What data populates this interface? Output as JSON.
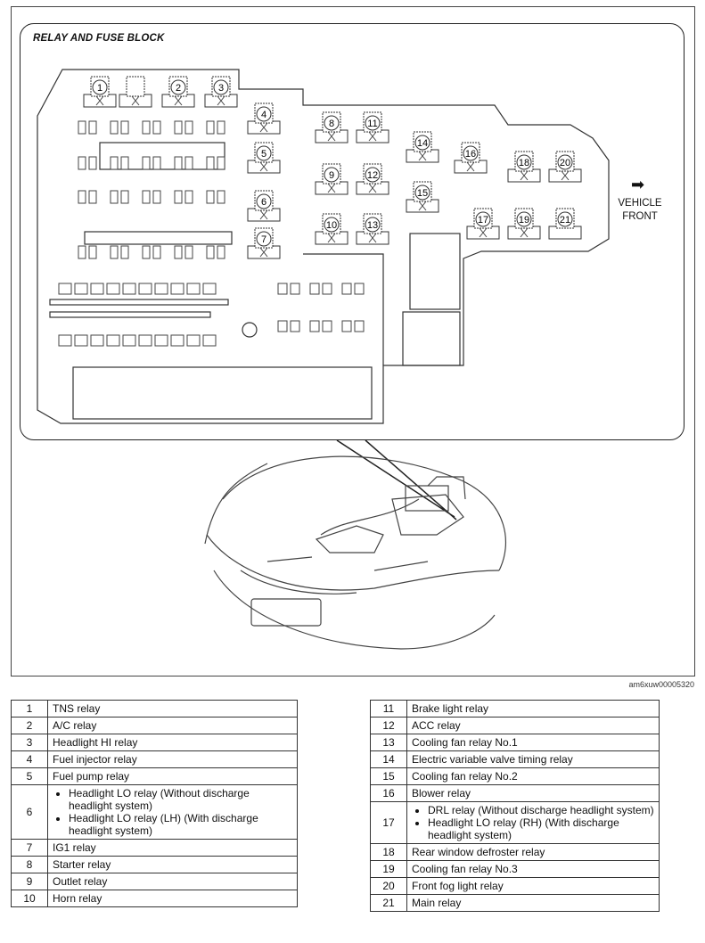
{
  "diagram": {
    "title": "RELAY AND FUSE BLOCK",
    "direction_label_line1": "VEHICLE",
    "direction_label_line2": "FRONT",
    "direction_arrow": "➡",
    "image_code": "am6xuw00005320",
    "relay_numbers": [
      "1",
      "2",
      "3",
      "4",
      "5",
      "6",
      "7",
      "8",
      "9",
      "10",
      "11",
      "12",
      "13",
      "14",
      "15",
      "16",
      "17",
      "18",
      "19",
      "20",
      "21"
    ]
  },
  "legend_left": [
    {
      "num": "1",
      "text": "TNS relay"
    },
    {
      "num": "2",
      "text": "A/C relay"
    },
    {
      "num": "3",
      "text": "Headlight HI relay"
    },
    {
      "num": "4",
      "text": "Fuel injector relay"
    },
    {
      "num": "5",
      "text": "Fuel pump relay"
    },
    {
      "num": "6",
      "bullets": [
        "Headlight LO relay (Without discharge headlight system)",
        "Headlight LO relay (LH) (With discharge headlight system)"
      ]
    },
    {
      "num": "7",
      "text": "IG1 relay"
    },
    {
      "num": "8",
      "text": "Starter relay"
    },
    {
      "num": "9",
      "text": "Outlet relay"
    },
    {
      "num": "10",
      "text": "Horn relay"
    }
  ],
  "legend_right": [
    {
      "num": "11",
      "text": "Brake light relay"
    },
    {
      "num": "12",
      "text": "ACC relay"
    },
    {
      "num": "13",
      "text": "Cooling fan relay No.1"
    },
    {
      "num": "14",
      "text": "Electric variable valve timing relay"
    },
    {
      "num": "15",
      "text": "Cooling fan relay No.2"
    },
    {
      "num": "16",
      "text": "Blower relay"
    },
    {
      "num": "17",
      "bullets": [
        "DRL relay (Without discharge headlight system)",
        "Headlight LO relay (RH) (With discharge headlight system)"
      ]
    },
    {
      "num": "18",
      "text": "Rear window defroster relay"
    },
    {
      "num": "19",
      "text": "Cooling fan relay No.3"
    },
    {
      "num": "20",
      "text": "Front fog light relay"
    },
    {
      "num": "21",
      "text": "Main relay"
    }
  ]
}
